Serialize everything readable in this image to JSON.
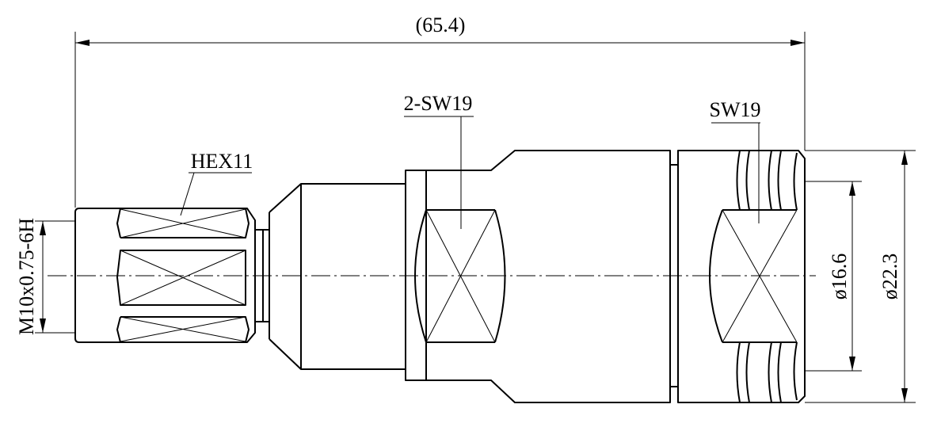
{
  "dimensions": {
    "overall_length": "(65.4)",
    "thread": "M10x0.75-6H",
    "inner_diameter": "ø16.6",
    "outer_diameter": "ø22.3"
  },
  "callouts": {
    "hex_left": "HEX11",
    "wrench_flats_middle": "2-SW19",
    "wrench_flats_right": "SW19"
  }
}
